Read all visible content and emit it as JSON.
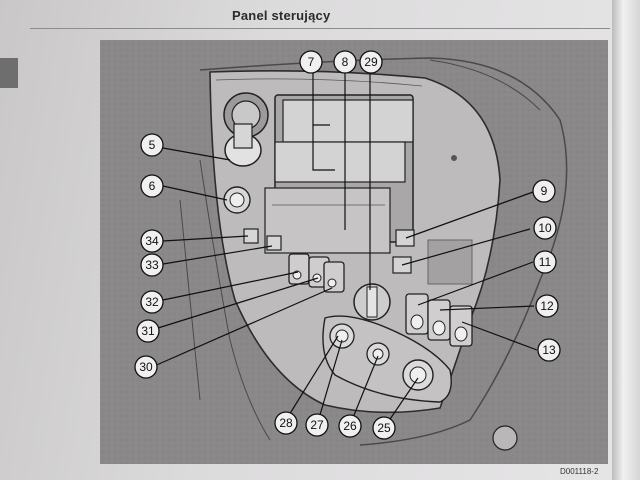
{
  "header": {
    "title": "Panel sterujący"
  },
  "figure": {
    "code": "D001118-2",
    "callouts": [
      {
        "id": "c7",
        "label": "7"
      },
      {
        "id": "c8",
        "label": "8"
      },
      {
        "id": "c29",
        "label": "29"
      },
      {
        "id": "c5",
        "label": "5"
      },
      {
        "id": "c6",
        "label": "6"
      },
      {
        "id": "c34",
        "label": "34"
      },
      {
        "id": "c33",
        "label": "33"
      },
      {
        "id": "c32",
        "label": "32"
      },
      {
        "id": "c31",
        "label": "31"
      },
      {
        "id": "c30",
        "label": "30"
      },
      {
        "id": "c9",
        "label": "9"
      },
      {
        "id": "c10",
        "label": "10"
      },
      {
        "id": "c11",
        "label": "11"
      },
      {
        "id": "c12",
        "label": "12"
      },
      {
        "id": "c13",
        "label": "13"
      },
      {
        "id": "c28",
        "label": "28"
      },
      {
        "id": "c27",
        "label": "27"
      },
      {
        "id": "c26",
        "label": "26"
      },
      {
        "id": "c25",
        "label": "25"
      }
    ]
  }
}
